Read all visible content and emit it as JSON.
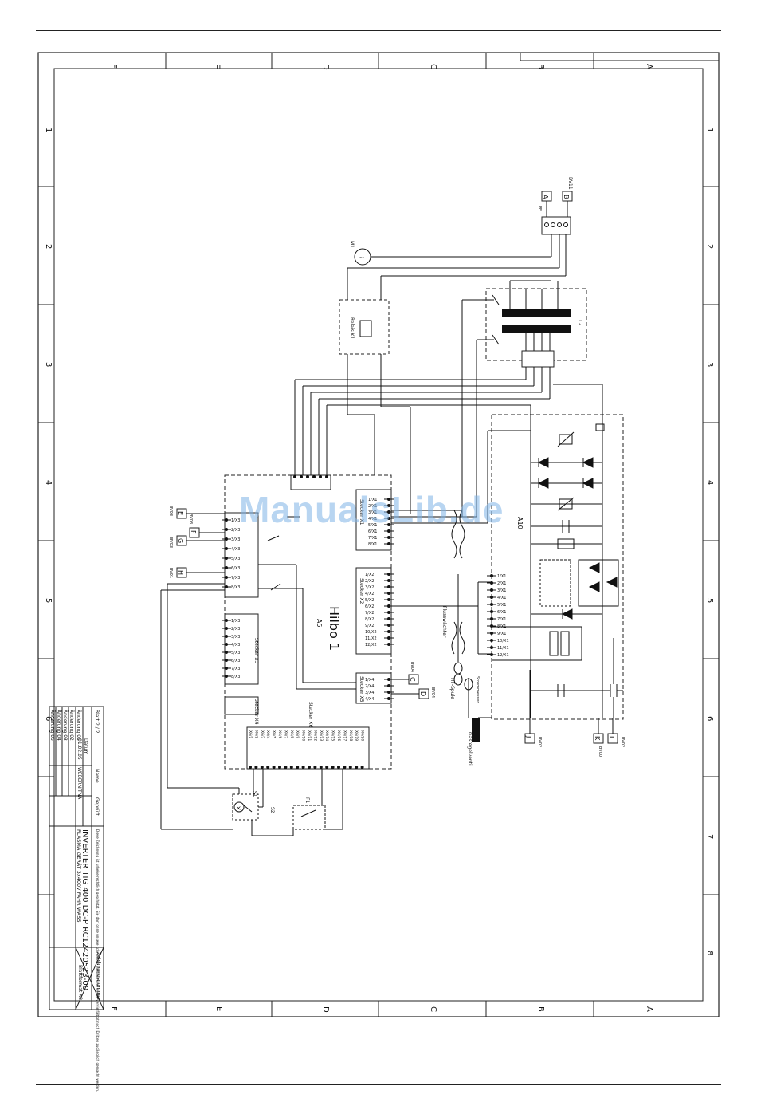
{
  "frame": {
    "column_letters": [
      "F",
      "E",
      "D",
      "C",
      "B",
      "A"
    ],
    "row_numbers": [
      "1",
      "2",
      "3",
      "4",
      "5",
      "6",
      "7",
      "8"
    ]
  },
  "watermark": "ManualsLib.de",
  "title_block": {
    "drawing_title": "INVERTER TIG 400 DC-P RC124",
    "drawing_subtitle": "PLASMA GERÄT 3x400V FAHR WASS",
    "drawing_number": "20523-00",
    "sheet_label": "Blattformat A2",
    "drawing_number_label": "Zeichnungsnummer",
    "revision_rows": [
      "Änderung 01",
      "Änderung 02",
      "Änderung 03",
      "Änderung 04",
      "Änderung 05"
    ],
    "header_cells": [
      "Datum",
      "Name",
      "Geprüft"
    ],
    "date_value": "01.02.05",
    "name_value": "WEBERNITNA",
    "sheet_count": "Blatt 2 / 2",
    "note": "Diese Zeichnung ist urheberrechtlich geschützt. Sie darf ohne unsere schriftliche Zustimmung weder vervielfältigt noch Dritten zugänglich gemacht werden."
  },
  "components": {
    "main_board": "A5",
    "main_board_name": "Hilbo 1",
    "inverter_board": "A10",
    "transformer": "T2",
    "fan_motor": "M1",
    "relay": "Relais K1",
    "hf_coil": "HF-Spule",
    "switch_s1": "S1",
    "switch_s2": "S2",
    "fuse_f1": "F1",
    "mains_label": "BV11",
    "gas_valve": "Gasregelventil",
    "flow_sensor": "Flusswächter",
    "current_sensor": "Strommesser",
    "pe_label": "PE"
  },
  "terminals": {
    "left_connectors": [
      "E",
      "F",
      "G",
      "H"
    ],
    "left_connector_labels": [
      "BV03",
      "BV03",
      "BV03",
      "BV01"
    ],
    "top_connectors": [
      "A",
      "B"
    ],
    "bottom_connectors": [
      "J",
      "K",
      "L"
    ],
    "bottom_connector_labels": [
      "BV02",
      "BV00",
      "BV02"
    ],
    "x5_connectors": [
      "C",
      "D"
    ],
    "x5_connector_labels": [
      "BV04",
      "BV04"
    ]
  },
  "pin_labels": {
    "x1_pins": [
      "1/X1",
      "2/X1",
      "3/X1",
      "4/X1",
      "5/X1",
      "6/X1",
      "7/X1",
      "8/X1"
    ],
    "x2_pins": [
      "1/X2",
      "2/X2",
      "3/X2",
      "4/X2",
      "5/X2",
      "6/X2",
      "7/X2",
      "8/X2",
      "9/X2",
      "10/X2",
      "11/X2",
      "12/X2"
    ],
    "x3_pins": [
      "1/X3",
      "2/X3",
      "3/X3",
      "4/X3",
      "5/X3",
      "6/X3",
      "7/X3",
      "8/X3"
    ],
    "x4_pins": [
      "1/X4",
      "2/X4",
      "3/X4",
      "4/X4"
    ],
    "a10_pins": [
      "1/X1",
      "2/X1",
      "3/X1",
      "4/X1",
      "5/X1",
      "6/X1",
      "7/X1",
      "8/X1",
      "9/X1",
      "10/X1",
      "11/X1",
      "12/X1"
    ],
    "x6_pins": [
      "X6/1",
      "X6/2",
      "X6/3",
      "X6/4",
      "X6/5",
      "X6/6",
      "X6/7",
      "X6/8",
      "X6/9",
      "X6/10",
      "X6/11",
      "X6/12",
      "X6/13",
      "X6/14",
      "X6/15",
      "X6/16",
      "X6/17",
      "X6/18",
      "X6/19",
      "X6/20"
    ],
    "stecker_labels": [
      "Stecker X1",
      "Stecker X2",
      "Stecker X3",
      "Stecker X4",
      "Stecker X5",
      "Stecker X6"
    ]
  },
  "colors": {
    "ink": "#111111",
    "frame": "#222222",
    "watermark": "#7fb3e6",
    "component_fill": "#111111"
  }
}
